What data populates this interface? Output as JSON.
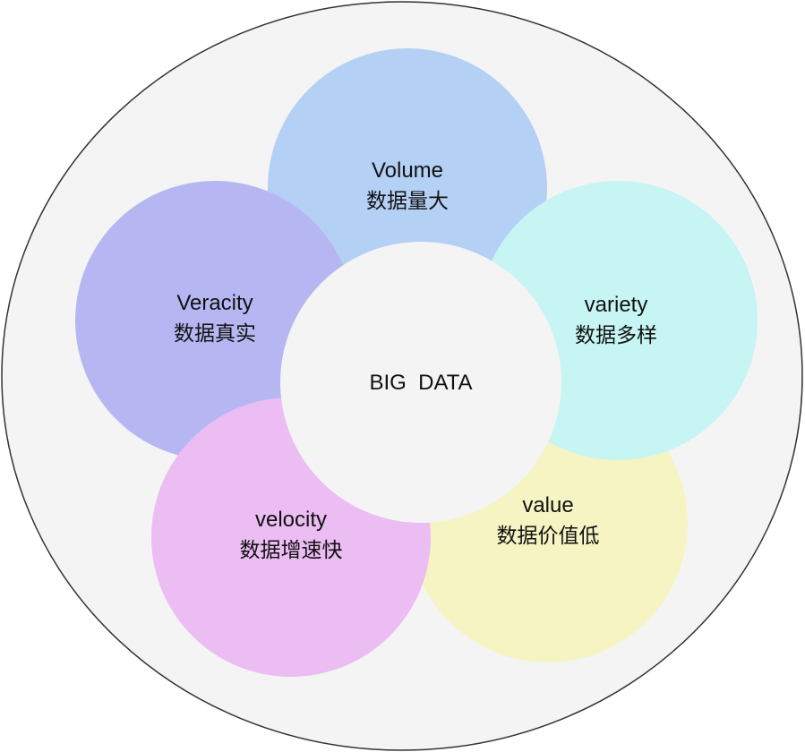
{
  "center": {
    "label": "BIG  DATA"
  },
  "petals": [
    {
      "key": "volume",
      "en": "Volume",
      "cn": "数据量大",
      "color": "#b4d0f5"
    },
    {
      "key": "veracity",
      "en": "Veracity",
      "cn": "数据真实",
      "color": "#b6b7f2"
    },
    {
      "key": "variety",
      "en": "variety",
      "cn": "数据多样",
      "color": "#c7f5f3"
    },
    {
      "key": "value",
      "en": "value",
      "cn": "数据价值低",
      "color": "#f6f4c3"
    },
    {
      "key": "velocity",
      "en": "velocity",
      "cn": "数据增速快",
      "color": "#ecbdf3"
    }
  ],
  "colors": {
    "outer": "#f4f4f4",
    "center": "#f4f4f4",
    "stroke": "#333333"
  }
}
